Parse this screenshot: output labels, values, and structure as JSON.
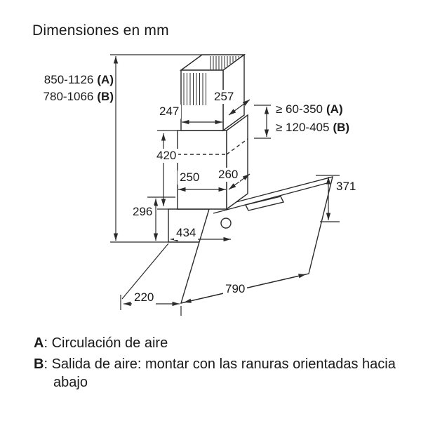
{
  "title": "Dimensiones en mm",
  "dims": {
    "height_a": {
      "value": "850-1126",
      "marker": "(A)"
    },
    "height_b": {
      "value": "780-1066",
      "marker": "(B)"
    },
    "duct_depth": "257",
    "duct_width": "247",
    "clearance_a": {
      "value": "≥ 60-350",
      "marker": "(A)"
    },
    "clearance_b": {
      "value": "≥ 120-405",
      "marker": "(B)"
    },
    "chimney_section_height": "420",
    "chimney_width": "250",
    "chimney_depth": "260",
    "panel_height": "371",
    "body_height": "296",
    "body_depth": "434",
    "hood_width": "790",
    "bottom_depth": "220"
  },
  "notes": {
    "a": {
      "marker": "A",
      "text": ": Circulación de aire"
    },
    "b": {
      "marker": "B",
      "text": ": Salida de aire: montar con las ranuras orientadas hacia abajo"
    }
  }
}
